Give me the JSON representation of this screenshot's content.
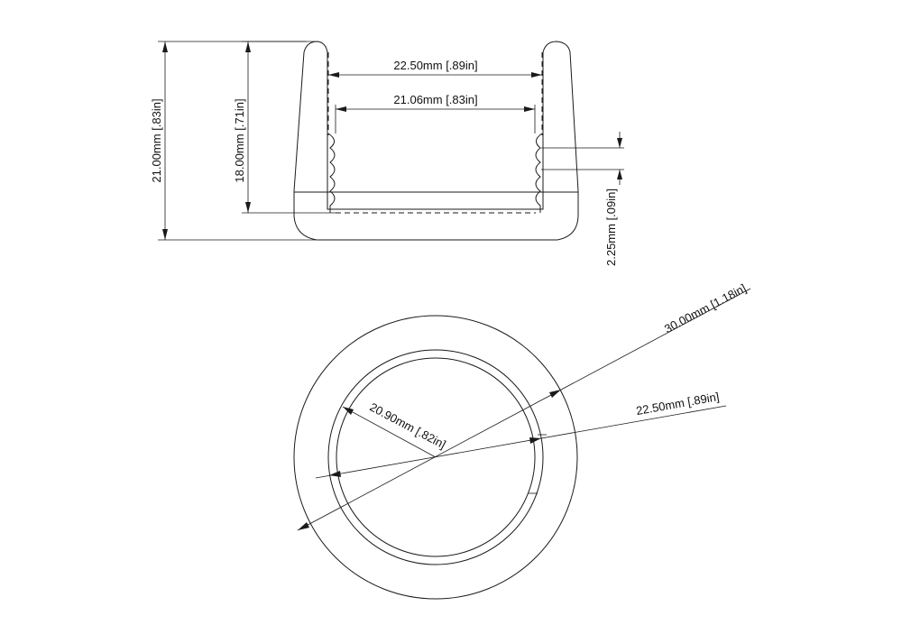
{
  "dimensions": {
    "side_view": {
      "outer_height": "21.00mm [.83in]",
      "inner_height": "18.00mm [.71in]",
      "outer_inner_width": "22.50mm [.89in]",
      "inner_width": "21.06mm [.83in]",
      "rib_pitch": "2.25mm [.09in]"
    },
    "top_view": {
      "outer_diameter": "30.00mm [1.18in]",
      "middle_diameter": "22.50mm [.89in]",
      "inner_diameter": "20.90mm [.82in]"
    }
  },
  "colors": {
    "line": "#1a1a1a",
    "background": "#ffffff"
  }
}
